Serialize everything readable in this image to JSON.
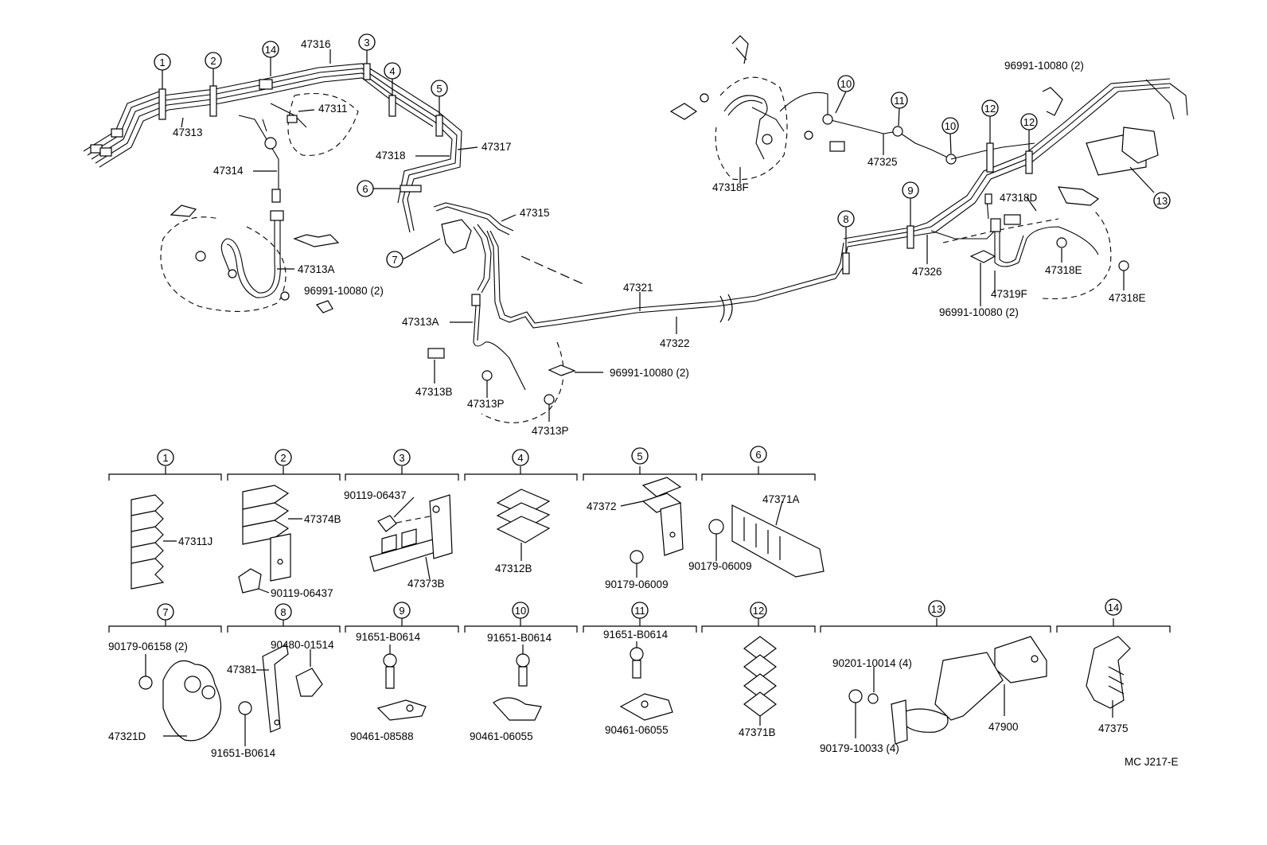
{
  "labels": {
    "l47316": "47316",
    "l47311": "47311",
    "l47313": "47313",
    "l47314": "47314",
    "l47318": "47318",
    "l47317": "47317",
    "l47315": "47315",
    "l47313A_1": "47313A",
    "l96991_1": "96991-10080 (2)",
    "l47313A_2": "47313A",
    "l47313B": "47313B",
    "l47313P_1": "47313P",
    "l47313P_2": "47313P",
    "l96991_2": "96991-10080 (2)",
    "l47321": "47321",
    "l47322": "47322",
    "l47318F": "47318F",
    "l47325": "47325",
    "l96991_3": "96991-10080 (2)",
    "l47318D": "47318D",
    "l47326": "47326",
    "l47319F": "47319F",
    "l47318E_1": "47318E",
    "l47318E_2": "47318E",
    "l96991_4": "96991-10080 (2)",
    "l47311J": "47311J",
    "l47374B": "47374B",
    "l90119_1": "90119-06437",
    "l90119_2": "90119-06437",
    "l47373B": "47373B",
    "l47312B": "47312B",
    "l47372": "47372",
    "l90179_06009_1": "90179-06009",
    "l47371A": "47371A",
    "l90179_06009_2": "90179-06009",
    "l90179_06158": "90179-06158 (2)",
    "l47321D": "47321D",
    "l47381": "47381",
    "l90480": "90480-01514",
    "l91651_1": "91651-B0614",
    "l91651_2": "91651-B0614",
    "l91651_3": "91651-B0614",
    "l91651_4": "91651-B0614",
    "l90461_08588": "90461-08588",
    "l90461_06055_1": "90461-06055",
    "l90461_06055_2": "90461-06055",
    "l47371B": "47371B",
    "l90201": "90201-10014 (4)",
    "l90179_10033": "90179-10033 (4)",
    "l47900": "47900",
    "l47375": "47375",
    "diagram_code": "MC J217-E"
  },
  "callouts": {
    "c1": "1",
    "c2": "2",
    "c3": "3",
    "c4": "4",
    "c5": "5",
    "c6": "6",
    "c7": "7",
    "c8": "8",
    "c9": "9",
    "c10": "10",
    "c11": "11",
    "c12": "12",
    "c13": "13",
    "c14": "14"
  }
}
